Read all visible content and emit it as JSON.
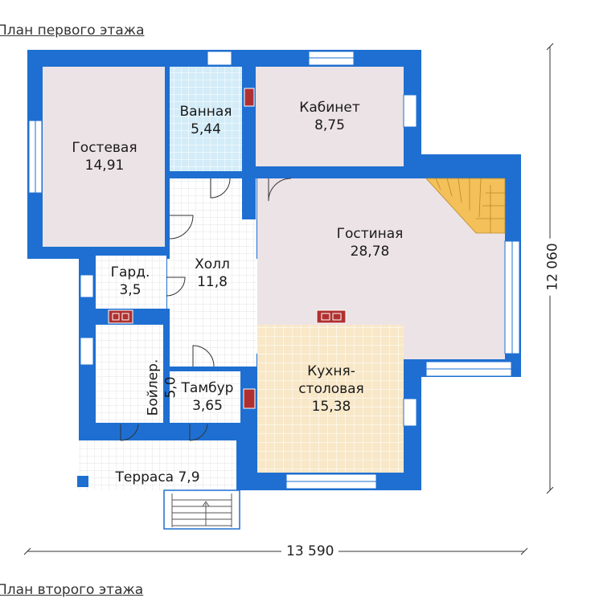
{
  "page": {
    "title_top": "План первого этажа",
    "title_bottom": "План второго этажа"
  },
  "colors": {
    "wall": "#1e6fd1",
    "room_pink": "#ece3e6",
    "tile_blue": "#d3ecf8",
    "tile_grid": "#e8e8e8",
    "kitchen": "#f8e8c8",
    "stairs": "#f3c05a"
  },
  "rooms": {
    "guest": {
      "name": "Гостевая",
      "area": "14,91"
    },
    "bath": {
      "name": "Ванная",
      "area": "5,44"
    },
    "office": {
      "name": "Кабинет",
      "area": "8,75"
    },
    "living": {
      "name": "Гостиная",
      "area": "28,78"
    },
    "wardrobe": {
      "name": "Гард.",
      "area": "3,5"
    },
    "hall": {
      "name": "Холл",
      "area": "11,8"
    },
    "boiler": {
      "name": "Бойлер.",
      "area": "5,0"
    },
    "vestibule": {
      "name": "Тамбур",
      "area": "3,65"
    },
    "kitchen": {
      "name1": "Кухня-",
      "name2": "столовая",
      "area": "15,38"
    },
    "terrace": {
      "label": "Терраса 7,9"
    }
  },
  "dimensions": {
    "width": "13 590",
    "height": "12 060"
  }
}
